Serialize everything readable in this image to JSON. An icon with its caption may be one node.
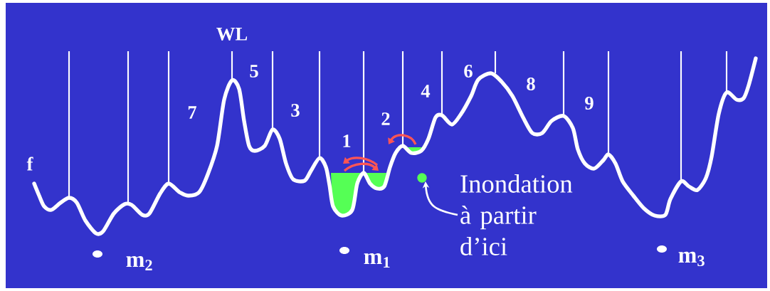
{
  "diagram": {
    "nodes": [
      {
        "text": [],
        "shape": "circle"
      },
      {
        "text": [
          "Inondation à partir d’ici"
        ]
      }
    ],
    "edges": [
      {
        "from": 1,
        "to": 0,
        "arrow": "to"
      }
    ],
    "labels": [
      "WL",
      "f",
      "7",
      "5",
      "3",
      "1",
      "2",
      "4",
      "6",
      "8",
      "9",
      "m$_{2}$",
      "m$_{1}$",
      "m$_{3}$"
    ]
  }
}
